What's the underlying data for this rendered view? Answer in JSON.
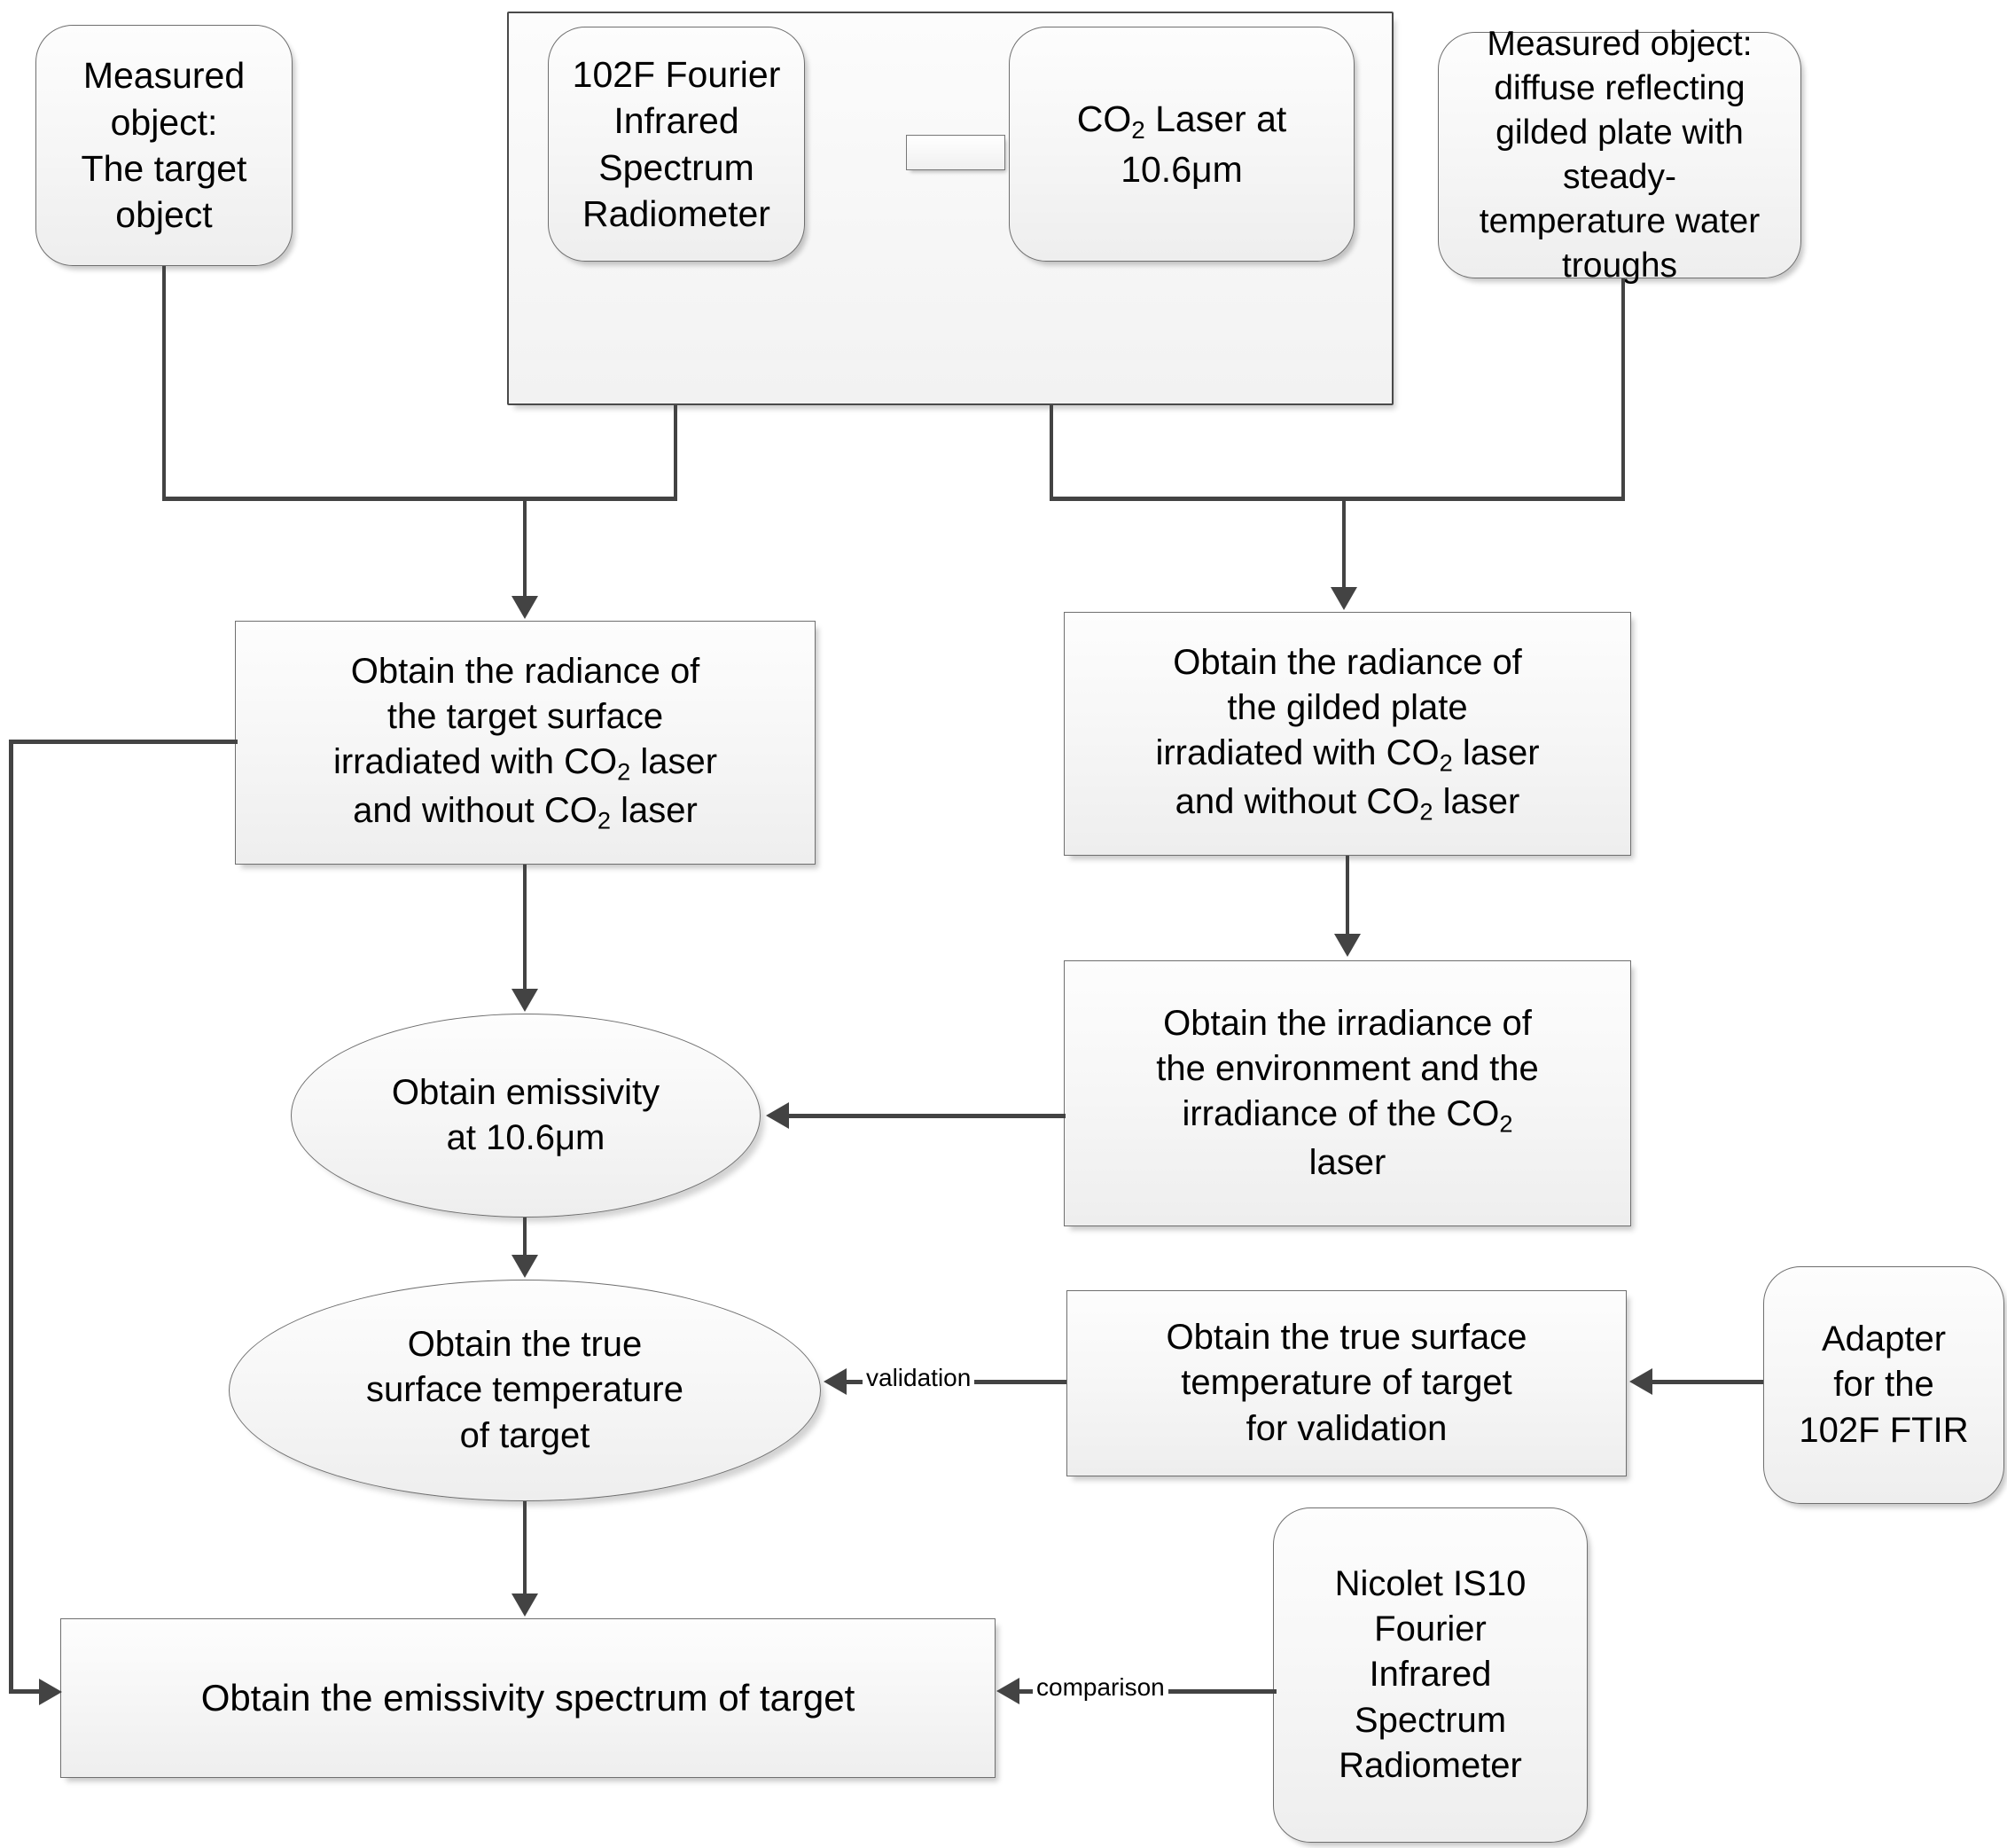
{
  "diagram": {
    "title": "Emissivity and true surface temperature measurement flowchart",
    "colors": {
      "node_border": "#6f6f6f",
      "group_border": "#4a4a4a",
      "connector": "#434343",
      "node_fill_top": "#fdfdfd",
      "node_fill_bottom": "#eeeeee",
      "page_background": "#ffffff",
      "text": "#000000"
    }
  },
  "nodes": {
    "measured_object_target": {
      "label": "Measured\nobject:\nThe target\nobject",
      "shape": "rounded-rectangle"
    },
    "ftir_102f": {
      "label": "102F Fourier\nInfrared\nSpectrum\nRadiometer",
      "shape": "rounded-rectangle"
    },
    "co2_laser": {
      "label_line1": "CO",
      "label_sub": "2",
      "label_line1b": " Laser at",
      "label_line2": "10.6μm",
      "shape": "rounded-rectangle"
    },
    "measured_object_gilded": {
      "label": "Measured object:\ndiffuse reflecting\ngilded plate with\nsteady-\ntemperature water\ntroughs",
      "shape": "rounded-rectangle"
    },
    "radiance_target": {
      "line1": "Obtain the radiance of",
      "line2": "the target surface",
      "line3_a": "irradiated with CO",
      "line3_sub": "2",
      "line3_b": " laser",
      "line4_a": "and without CO",
      "line4_sub": "2",
      "line4_b": " laser",
      "shape": "rectangle"
    },
    "radiance_gilded": {
      "line1": "Obtain the radiance of",
      "line2": "the gilded plate",
      "line3_a": "irradiated with CO",
      "line3_sub": "2",
      "line3_b": " laser",
      "line4_a": "and without CO",
      "line4_sub": "2",
      "line4_b": " laser",
      "shape": "rectangle"
    },
    "emissivity_106": {
      "line1": "Obtain emissivity",
      "line2": "at 10.6μm",
      "shape": "ellipse"
    },
    "irradiance_env_laser": {
      "line1": "Obtain the irradiance of",
      "line2": "the environment and the",
      "line3_a": "irradiance of the CO",
      "line3_sub": "2",
      "line4": "laser",
      "shape": "rectangle"
    },
    "true_temp_target": {
      "line1": "Obtain the true",
      "line2": "surface temperature",
      "line3": "of target",
      "shape": "ellipse"
    },
    "true_temp_validation": {
      "line1": "Obtain the true surface",
      "line2": "temperature of target",
      "line3": "for validation",
      "shape": "rectangle"
    },
    "adapter_102f": {
      "label": "Adapter\nfor the\n102F FTIR",
      "shape": "rounded-rectangle"
    },
    "emissivity_spectrum": {
      "label": "Obtain the emissivity spectrum of target",
      "shape": "rectangle"
    },
    "nicolet_is10": {
      "label": "Nicolet IS10\nFourier\nInfrared\nSpectrum\nRadiometer",
      "shape": "rounded-rectangle"
    }
  },
  "edge_labels": {
    "validation": "validation",
    "comparison": "comparison"
  },
  "flow": {
    "edges": [
      {
        "from": "measured_object_target",
        "to": "radiance_target",
        "label": ""
      },
      {
        "from": "ftir_102f",
        "to": "radiance_target",
        "label": ""
      },
      {
        "from": "co2_laser",
        "to": "radiance_gilded",
        "label": ""
      },
      {
        "from": "measured_object_gilded",
        "to": "radiance_gilded",
        "label": ""
      },
      {
        "from": "radiance_target",
        "to": "emissivity_106",
        "label": ""
      },
      {
        "from": "radiance_gilded",
        "to": "irradiance_env_laser",
        "label": ""
      },
      {
        "from": "irradiance_env_laser",
        "to": "emissivity_106",
        "label": ""
      },
      {
        "from": "emissivity_106",
        "to": "true_temp_target",
        "label": ""
      },
      {
        "from": "true_temp_validation",
        "to": "true_temp_target",
        "label": "validation"
      },
      {
        "from": "adapter_102f",
        "to": "true_temp_validation",
        "label": ""
      },
      {
        "from": "true_temp_target",
        "to": "emissivity_spectrum",
        "label": ""
      },
      {
        "from": "radiance_target",
        "to": "emissivity_spectrum",
        "label": ""
      },
      {
        "from": "nicolet_is10",
        "to": "emissivity_spectrum",
        "label": "comparison"
      }
    ]
  }
}
